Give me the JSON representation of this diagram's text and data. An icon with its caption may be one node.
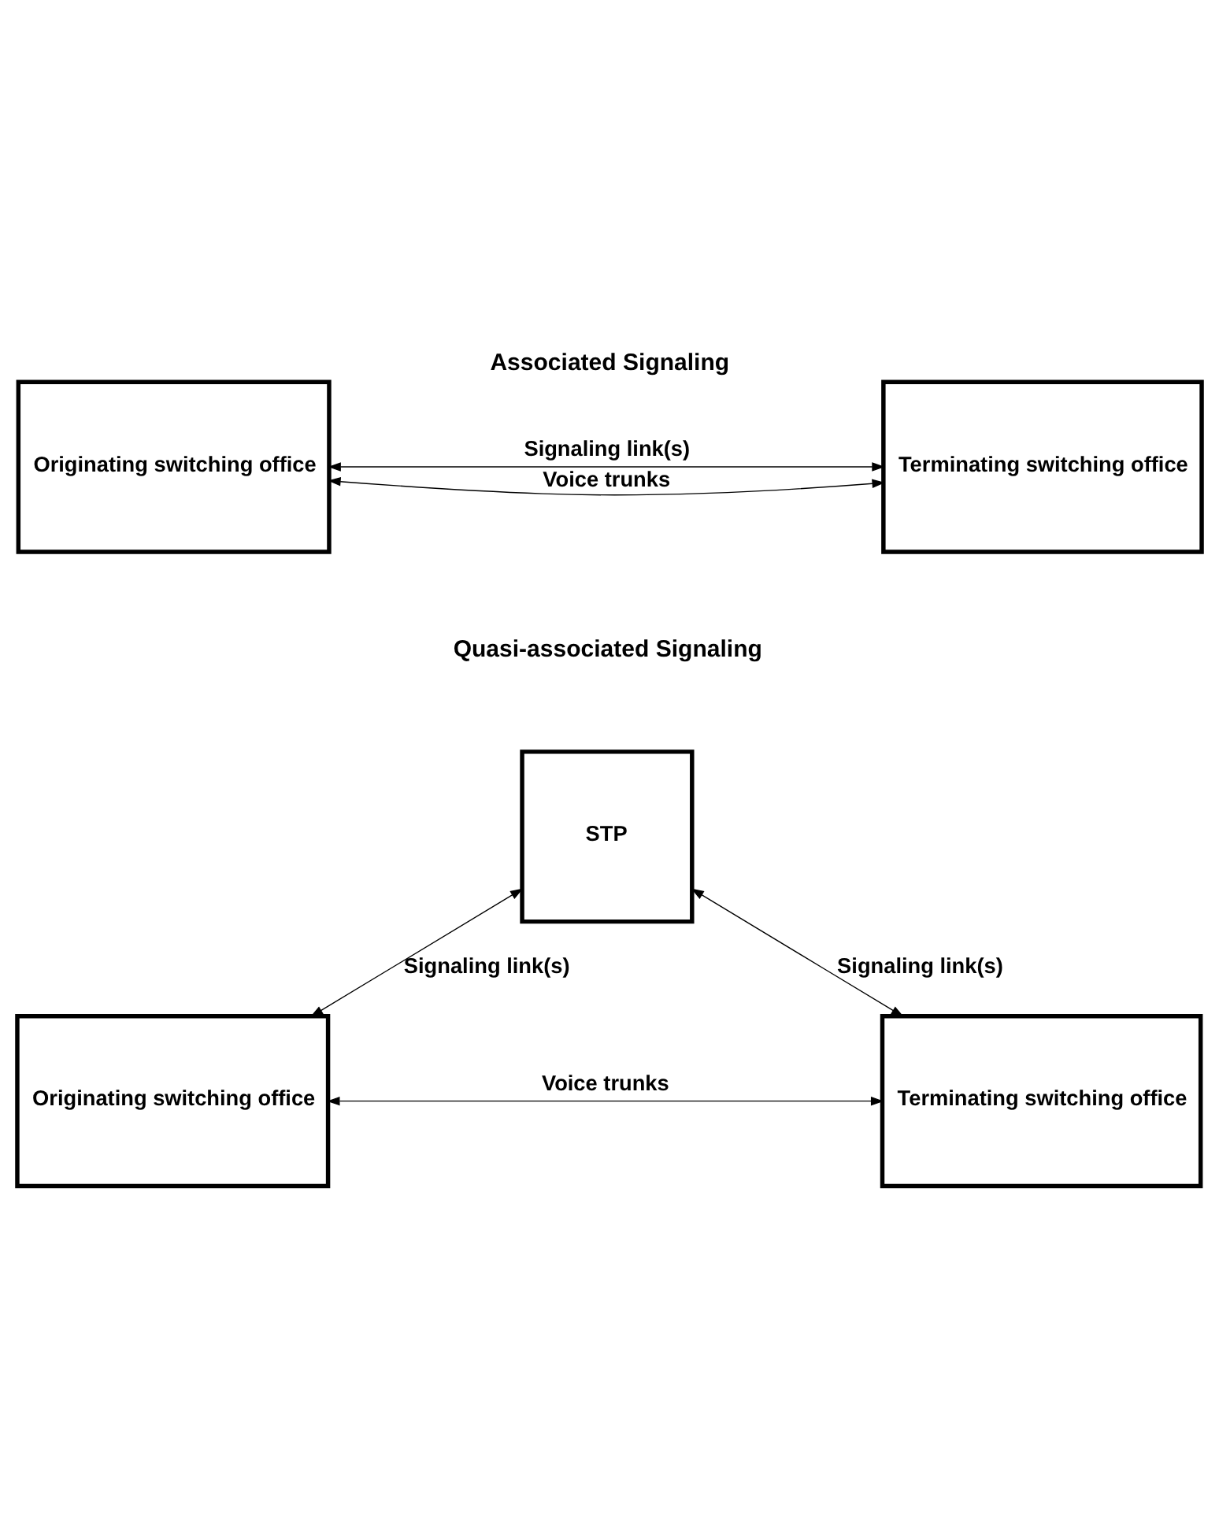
{
  "diagram": {
    "title": "Associated Signaling",
    "nodes": [
      {
        "text": [
          "Originating switching office"
        ]
      },
      {
        "text": [
          "Terminating switching office"
        ]
      },
      {
        "text": [
          "STP"
        ]
      },
      {
        "text": [
          "Originating switching office"
        ]
      },
      {
        "text": [
          "Terminating switching office"
        ]
      }
    ],
    "edges": [
      {
        "from": 0,
        "to": 1,
        "arrow": "both",
        "label": "Signaling link(s)"
      },
      {
        "from": 0,
        "to": 1,
        "arrow": "both",
        "label": "Voice trunks"
      },
      {
        "from": 2,
        "to": 3,
        "arrow": "both",
        "label": "Signaling link(s)"
      },
      {
        "from": 2,
        "to": 4,
        "arrow": "both",
        "label": "Signaling link(s)"
      },
      {
        "from": 3,
        "to": 4,
        "arrow": "both",
        "label": "Voice trunks"
      }
    ],
    "labels": [
      "Quasi-associated Signaling"
    ]
  }
}
